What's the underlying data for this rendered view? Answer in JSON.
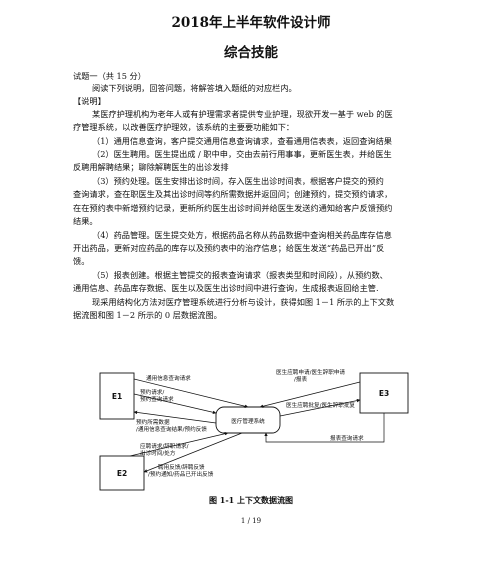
{
  "title": "2018年上半年软件设计师",
  "subtitle": "综合技能",
  "lines": [
    "试题一（共 15 分）",
    "阅读下列说明，回答问题，将解答填入题纸的对应栏内。",
    "【说明】",
    "某医疗护理机构为老年人或有护理需求者提供专业护理，现欲开发一基于 web 的医",
    "疗管理系统，以改善医疗护理效，该系统的主要要功能如下：",
    "（1）通用信息查询，客户提交通用信息查询请求，查看通用信表表，返回查询结果",
    "（2）医生聘用。医生提出成 / 职中申，交由去前行用事事，更新医生表，并给医生",
    "反聘用解聘结果；聊除解聘医生的出诊发排",
    "（3）预约处理。医生安排出诊时间，存入医生出诊时间表，根据客户提交的预约",
    "查询请求，查在职医生及其出诊时间等约所需数据并返回问；创建预约，提交预约请求，",
    "在在预约表中新增预约记录，更新所约医生出诊时间并给医生发送约通知给客户反馈预约",
    "结果。",
    "（4）药品管理。医生提交处方，根据药品名称从药品数据中查询相关药品库存信息",
    "开出药品，更新对应药品的库存以及预约表中的治疗信息；给医生发送“药品已开出”反",
    "馈。",
    "（5）报表创建。根据主管提交的报表查询请求（报表类型和时间段），从预约数、",
    "通用信息、药品库存数据、医生以及医生出诊时间中进行查询，生成报表返回给主管.",
    "现采用结构化方法对医疗管理系统进行分析与设计，获得如图 1－1 所示的上下文数",
    "据流图和图 1－2 所示的 0 层数据流图。"
  ],
  "diagram": {
    "entities": {
      "e1": "E1",
      "e2": "E2",
      "e3": "E3"
    },
    "process": "医疗管理系统",
    "flows": {
      "f1": "通用信息查询请求",
      "f2": "预约请求/",
      "f2b": "预约查询请求",
      "f3": "预约所需数据",
      "f3b": "/通用信息查询结果/预约反馈",
      "f4": "医生应聘申请/医生辞职申请",
      "f4b": "/报表",
      "f5": "医生应聘批复/医生辞职批复",
      "f6": "报表查询请求",
      "f7": "应聘请求/辞职请求/",
      "f7b": "出诊时间/处方",
      "f8": "聘用反馈/辞聘反馈",
      "f8b": "/预约通知/药品已开出反馈"
    }
  },
  "caption": "图 1-1  上下文数据流图",
  "page_number": "1 / 19"
}
